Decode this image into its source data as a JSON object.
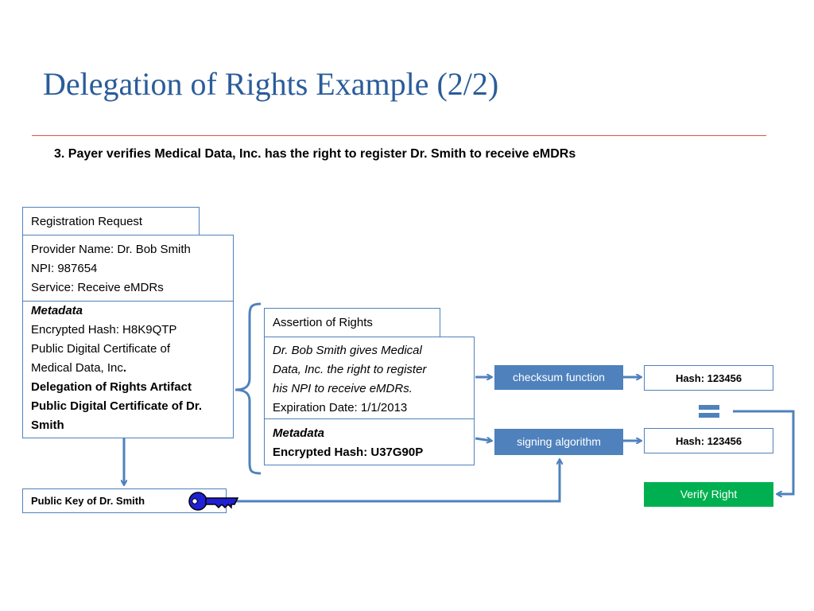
{
  "slide": {
    "title": "Delegation of Rights Example (2/2)",
    "subtitle": "3. Payer verifies Medical Data, Inc. has the right to register Dr. Smith to receive eMDRs"
  },
  "registration": {
    "header": "Registration Request",
    "provider_lines": [
      "Provider Name: Dr. Bob Smith",
      "NPI: 987654",
      "Service: Receive eMDRs"
    ],
    "metadata_label": "Metadata",
    "metadata_lines": [
      "Encrypted Hash: H8K9QTP",
      "Public Digital Certificate of",
      "Medical Data, Inc",
      "."
    ],
    "artifact_lines": [
      "Delegation of Rights Artifact",
      "Public Digital Certificate of Dr.",
      "Smith"
    ]
  },
  "assertion": {
    "header": "Assertion of Rights",
    "statement_lines": [
      "Dr. Bob Smith gives Medical",
      "Data, Inc. the right to register",
      "his NPI to receive eMDRs."
    ],
    "expiration": "Expiration Date: 1/1/2013",
    "metadata_label": "Metadata",
    "encrypted_hash": "Encrypted Hash: U37G90P"
  },
  "public_key": {
    "label": "Public Key of Dr. Smith",
    "icon": "key-icon"
  },
  "checksum": {
    "label": "checksum function"
  },
  "signing": {
    "label": "signing algorithm"
  },
  "hash_top": {
    "label": "Hash: 123456"
  },
  "hash_bottom": {
    "label": "Hash: 123456"
  },
  "equals": {
    "icon": "equals-icon"
  },
  "verify": {
    "label": "Verify Right"
  },
  "colors": {
    "title": "#2a5c9a",
    "accent_box": "#4f81bd",
    "verify": "#00b050",
    "key": "#1f1fd6",
    "rule": "#d9534f"
  }
}
